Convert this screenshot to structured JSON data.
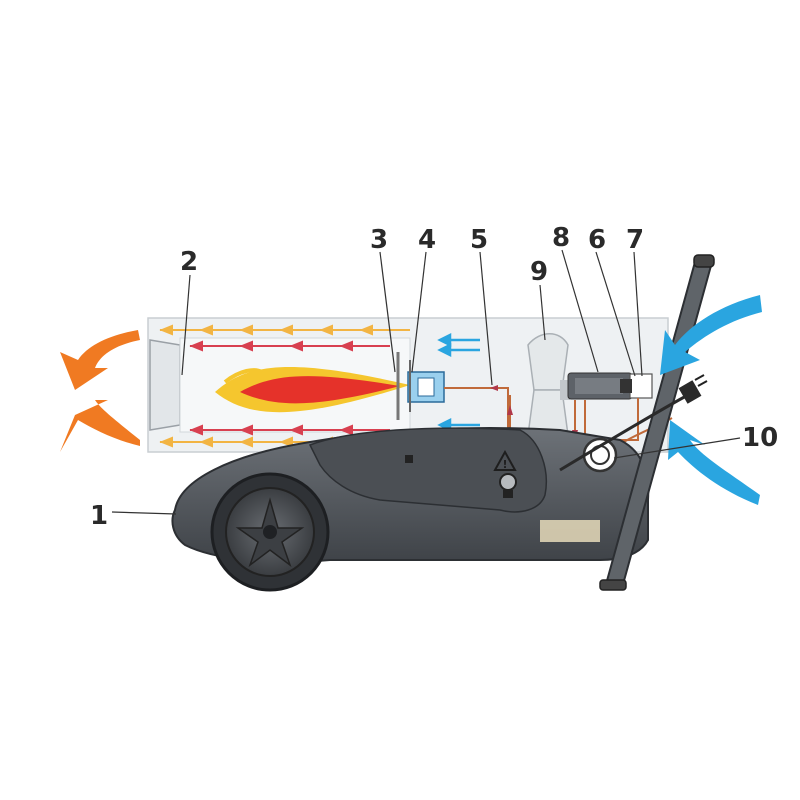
{
  "labels": {
    "l1": "1",
    "l2": "2",
    "l3": "3",
    "l4": "4",
    "l5": "5",
    "l6": "6",
    "l7": "7",
    "l8": "8",
    "l9": "9",
    "l10": "10"
  },
  "colors": {
    "hot_air": "#f07a22",
    "cold_air": "#2aa5e0",
    "casing": "#555a60",
    "casing_dark": "#3a3e43",
    "flame_outer": "#f5c62e",
    "flame_inner": "#e5322a",
    "fuel_line": "#c06a3a",
    "chamber": "#e8ecef"
  }
}
